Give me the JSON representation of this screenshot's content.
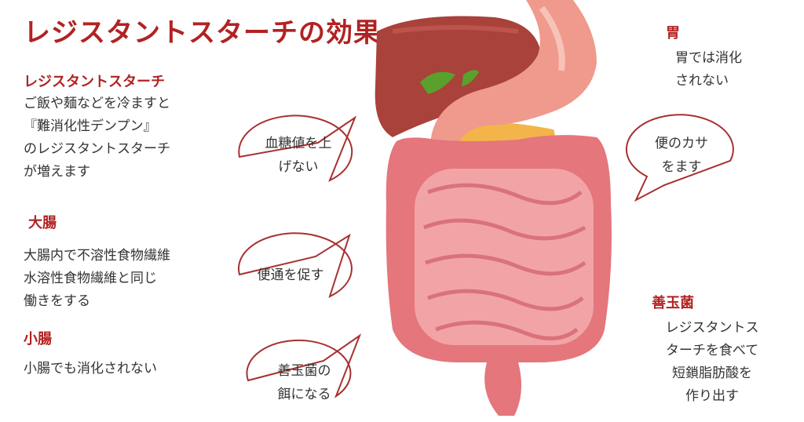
{
  "title": "レジスタントスターチの効果",
  "left": {
    "rs_heading": "レジスタントスターチ",
    "rs_lines": [
      "ご飯や麺などを冷ますと",
      "『難消化性デンプン』",
      "のレジスタントスターチ",
      "が増えます"
    ],
    "colon_heading": "大腸",
    "colon_lines": [
      "大腸内で不溶性食物繊維",
      "水溶性食物繊維と同じ",
      "働きをする"
    ],
    "small_heading": "小腸",
    "small_lines": [
      "小腸でも消化されない"
    ]
  },
  "right": {
    "stomach_heading": "胃",
    "stomach_lines": [
      "胃では消化",
      "されない"
    ],
    "bacteria_heading": "善玉菌",
    "bacteria_lines": [
      "レジスタントス",
      "ターチを食べて",
      "短鎖脂肪酸を",
      "作り出す"
    ]
  },
  "bubbles": {
    "blood_sugar": [
      "血糖値を上",
      "げない"
    ],
    "bowel": [
      "便通を促す"
    ],
    "bacteria_food": [
      "善玉菌の",
      "餌になる"
    ],
    "stool": [
      "便のカサ",
      "をます"
    ]
  },
  "colors": {
    "accent": "#b22222",
    "liver": "#a8423a",
    "stomach": "#ef9a8c",
    "intestine": "#e8848a",
    "bubble_stroke": "#a83030"
  }
}
